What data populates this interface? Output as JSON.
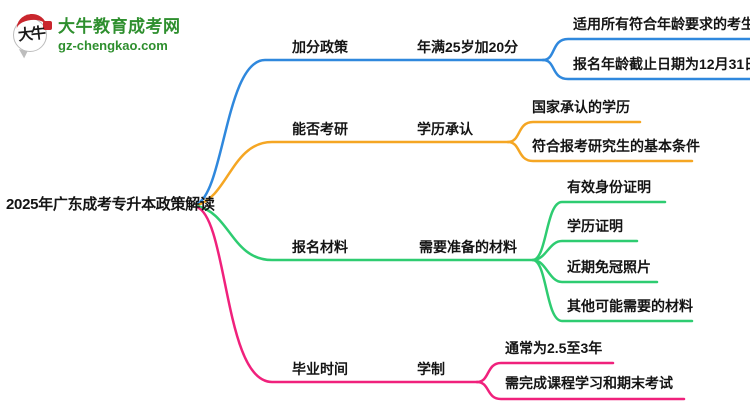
{
  "brand": {
    "logo_badge_text": "大牛",
    "site_name": "大牛教育成考网",
    "site_domain": "gz-chengkao.com",
    "brand_green": "#2e8f2e",
    "seal_red": "#c9262d"
  },
  "mindmap": {
    "root": {
      "label": "2025年广东成考专升本政策解读"
    },
    "branches": [
      {
        "label": "加分政策",
        "color": "#2f88dd",
        "child": {
          "label": "年满25岁加20分"
        },
        "leaves": [
          {
            "label": "适用所有符合年龄要求的考生"
          },
          {
            "label": "报名年龄截止日期为12月31日"
          }
        ]
      },
      {
        "label": "能否考研",
        "color": "#f5a623",
        "child": {
          "label": "学历承认"
        },
        "leaves": [
          {
            "label": "国家承认的学历"
          },
          {
            "label": "符合报考研究生的基本条件"
          }
        ]
      },
      {
        "label": "报名材料",
        "color": "#2ecc71",
        "child": {
          "label": "需要准备的材料"
        },
        "leaves": [
          {
            "label": "有效身份证明"
          },
          {
            "label": "学历证明"
          },
          {
            "label": "近期免冠照片"
          },
          {
            "label": "其他可能需要的材料"
          }
        ]
      },
      {
        "label": "毕业时间",
        "color": "#f0217c",
        "child": {
          "label": "学制"
        },
        "leaves": [
          {
            "label": "通常为2.5至3年"
          },
          {
            "label": "需完成课程学习和期末考试"
          }
        ]
      }
    ]
  }
}
